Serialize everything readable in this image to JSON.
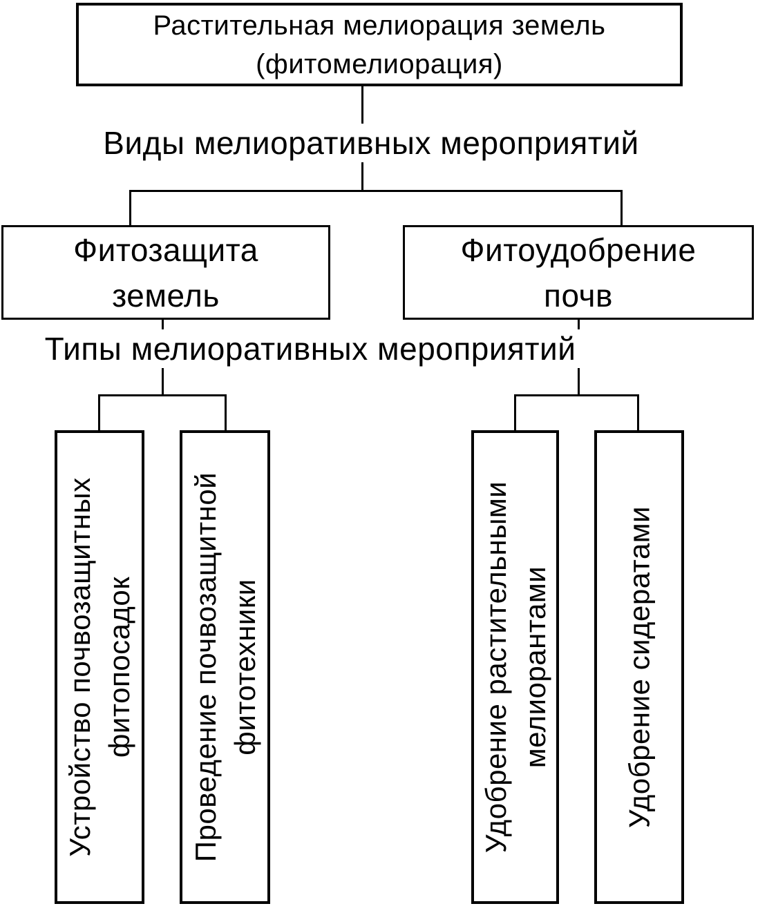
{
  "diagram": {
    "root": {
      "line1": "Растительная мелиорация земель",
      "line2": "(фитомелиорация)"
    },
    "level1_label": "Виды мелиоративных мероприятий",
    "branches": [
      {
        "line1": "Фитозащита",
        "line2": "земель"
      },
      {
        "line1": "Фитоудобрение",
        "line2": "почв"
      }
    ],
    "level2_label": "Типы мелиоративных мероприятий",
    "type_boxes": [
      {
        "line1": "Устройство почвозащитных",
        "line2": "фитопосадок"
      },
      {
        "line1": "Проведение почвозащитной",
        "line2": "фитотехники"
      },
      {
        "line1": "Удобрение растительными",
        "line2": "мелиорантами"
      },
      {
        "line1": "Удобрение сидератами"
      }
    ],
    "colors": {
      "line": "#000000",
      "background": "#ffffff",
      "text": "#000000"
    }
  }
}
